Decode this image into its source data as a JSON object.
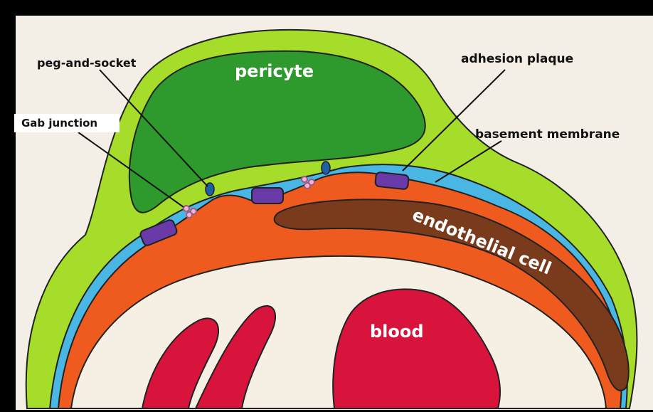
{
  "diagram": {
    "labels": {
      "pericyte": "pericyte",
      "peg_and_socket": "peg-and-socket",
      "adhesion_plaque": "adhesion plaque",
      "gab_junction": "Gab junction",
      "basement_membrane": "basement membrane",
      "endothelial_cell": "endothelial cell",
      "blood": "blood"
    },
    "colors": {
      "pericyte_body": "#2e9a2e",
      "pericyte_cytoplasm": "#a6dc2a",
      "basement_membrane": "#49b6e3",
      "endothelial": "#ef5a1e",
      "endothelial_nucleus": "#7a3a1c",
      "lumen": "#f6efe4",
      "blood_cell": "#d8143c",
      "plaque": "#6a3aa8",
      "peg": "#1f5fa6",
      "gap_junction": "#f2b6d6"
    }
  }
}
